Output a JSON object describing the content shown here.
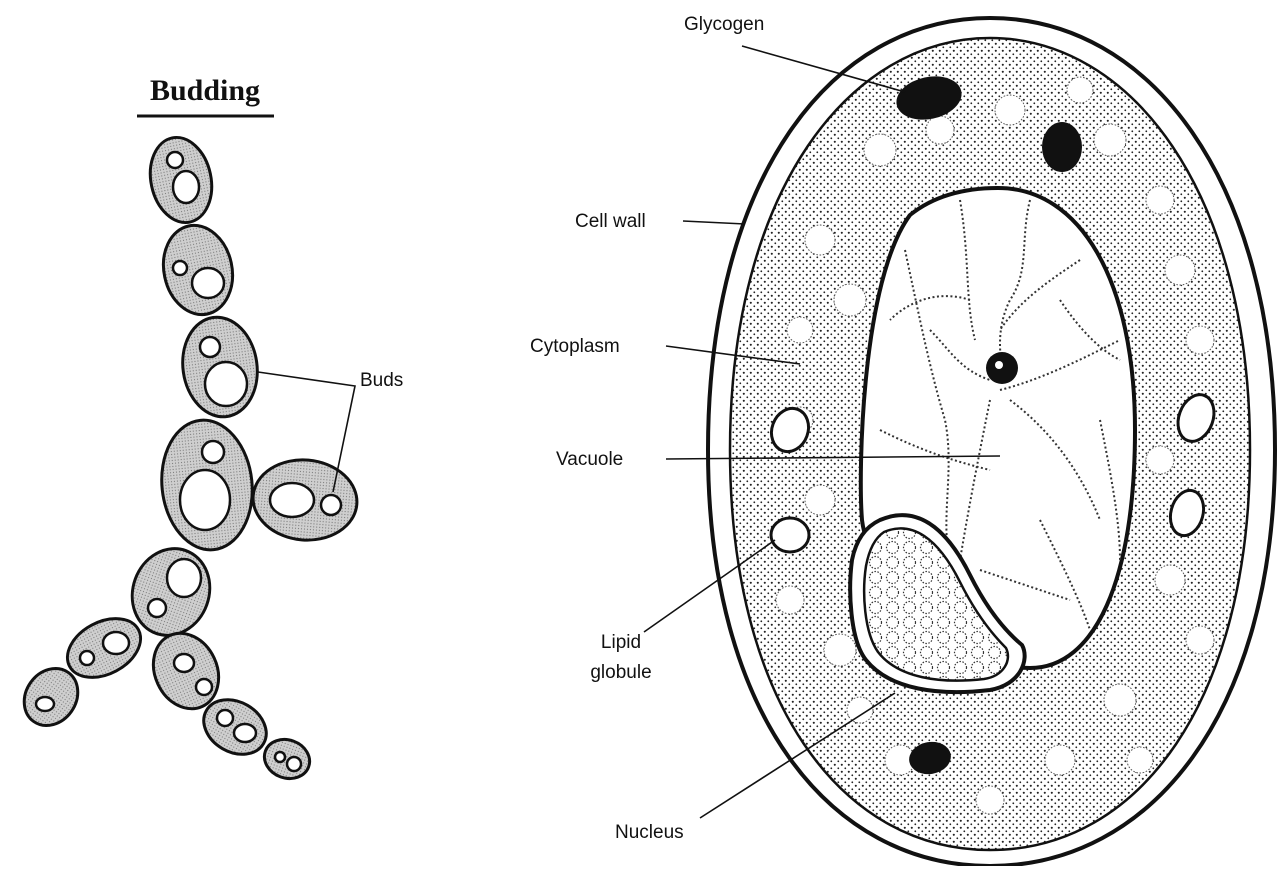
{
  "budding": {
    "title": "Budding",
    "buds_label": "Buds"
  },
  "cell_labels": {
    "glycogen": "Glycogen",
    "cell_wall": "Cell wall",
    "cytoplasm": "Cytoplasm",
    "vacuole": "Vacuole",
    "lipid_line1": "Lipid",
    "lipid_line2": "globule",
    "nucleus": "Nucleus"
  },
  "colors": {
    "ink": "#111111",
    "cell_fill": "#c9c9c9",
    "paper": "#ffffff"
  }
}
